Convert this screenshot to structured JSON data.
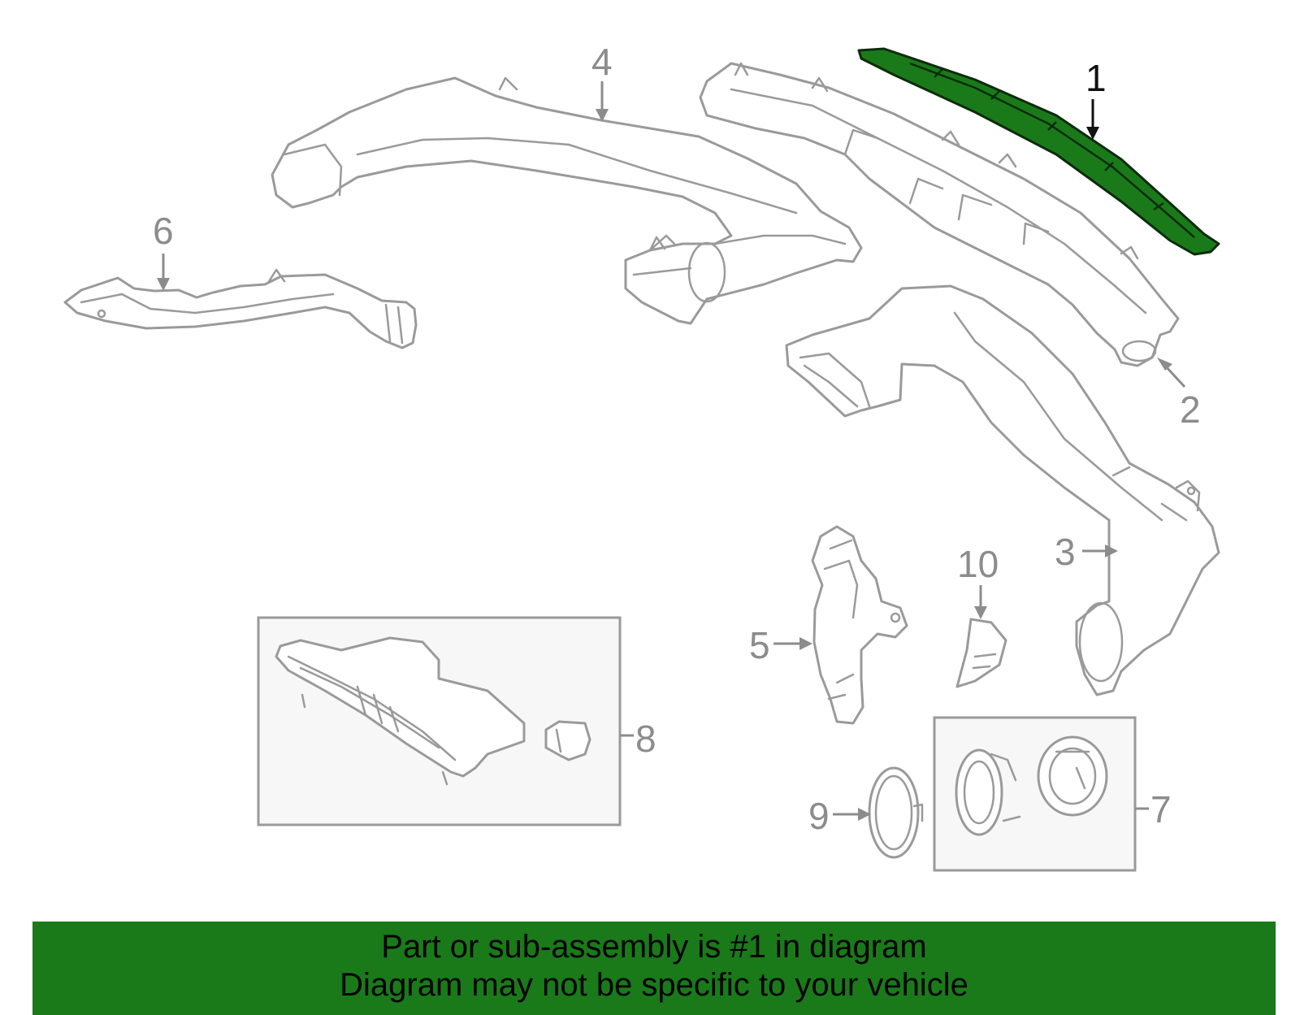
{
  "callouts": {
    "c1": "1",
    "c2": "2",
    "c3": "3",
    "c4": "4",
    "c5": "5",
    "c6": "6",
    "c7": "7",
    "c8": "8",
    "c9": "9",
    "c10": "10"
  },
  "highlighted_part": "1",
  "colors": {
    "highlight": "#1a7a1a",
    "outline": "#9a9a9a",
    "label": "#8c8c8c"
  },
  "banner": {
    "line1": "Part or sub-assembly is #1 in diagram",
    "line2": "Diagram may not be specific to your vehicle"
  }
}
